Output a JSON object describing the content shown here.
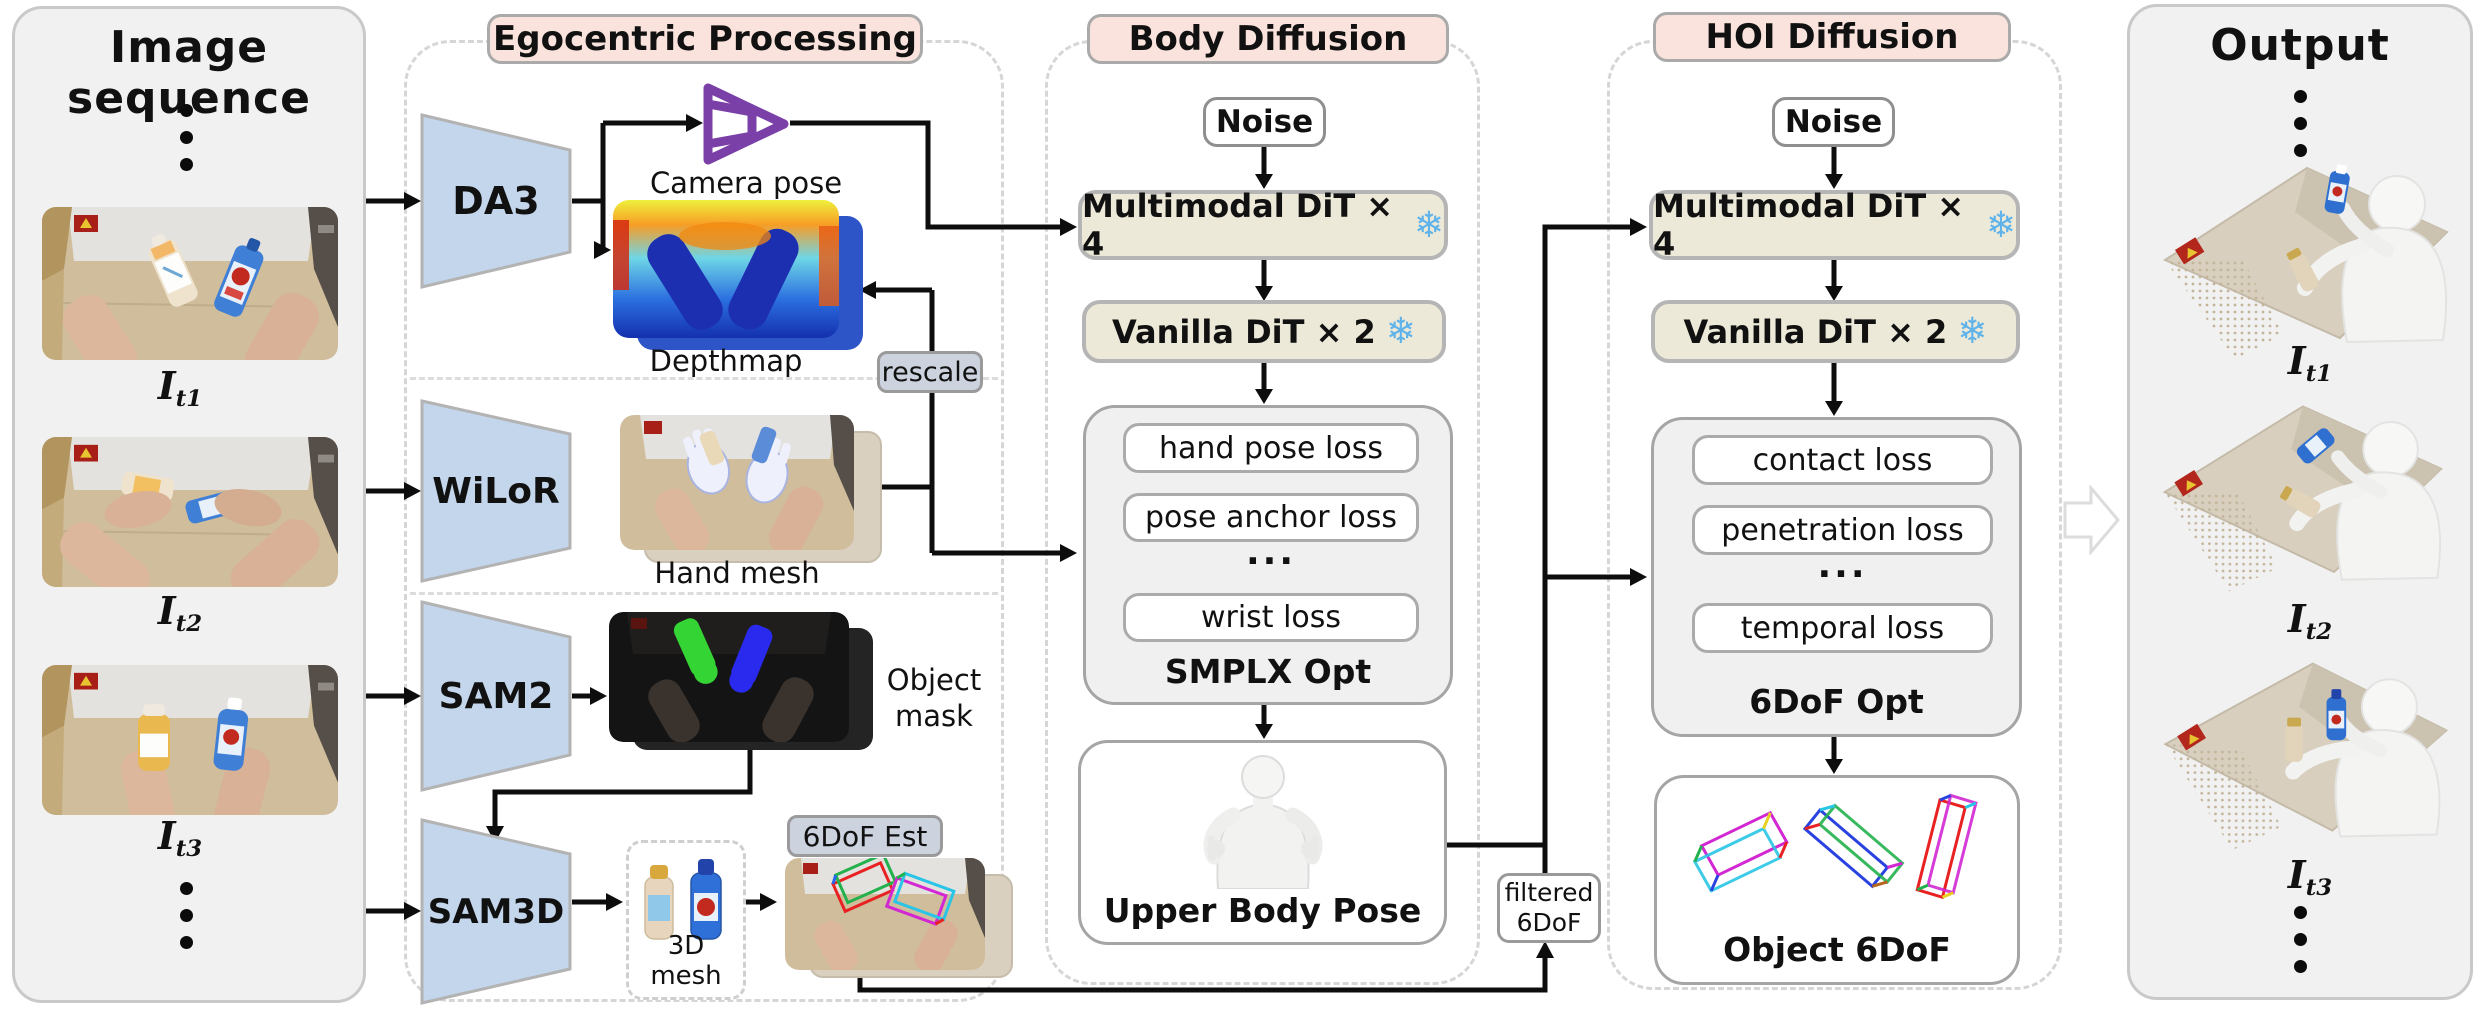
{
  "image_sequence": {
    "title": "Image sequence",
    "frames": [
      {
        "base": "I",
        "sub": "t1"
      },
      {
        "base": "I",
        "sub": "t2"
      },
      {
        "base": "I",
        "sub": "t3"
      }
    ]
  },
  "egocentric": {
    "title": "Egocentric Processing",
    "da3": "DA3",
    "camera_pose": "Camera pose",
    "depthmap": "Depthmap",
    "rescale": "rescale",
    "wilor": "WiLoR",
    "hand_mesh": "Hand mesh",
    "sam2": "SAM2",
    "object_mask_line1": "Object",
    "object_mask_line2": "mask",
    "sam3d": "SAM3D",
    "mesh3d": "3D mesh",
    "sixdof_est": "6DoF Est"
  },
  "body_diffusion": {
    "title": "Body Diffusion",
    "noise": "Noise",
    "dit1": "Multimodal DiT × 4",
    "dit2": "Vanilla DiT × 2",
    "frozen": "❄",
    "losses": [
      "hand pose loss",
      "pose anchor loss",
      "...",
      "wrist loss"
    ],
    "opt_label": "SMPLX Opt",
    "result": "Upper Body Pose"
  },
  "filtered_6dof": {
    "line1": "filtered",
    "line2": "6DoF"
  },
  "hoi_diffusion": {
    "title": "HOI Diffusion",
    "noise": "Noise",
    "dit1": "Multimodal DiT × 4",
    "dit2": "Vanilla DiT × 2",
    "frozen": "❄",
    "losses": [
      "contact loss",
      "penetration loss",
      "...",
      "temporal loss"
    ],
    "opt_label": "6DoF Opt",
    "result": "Object 6DoF"
  },
  "output": {
    "title": "Output",
    "frames": [
      {
        "base": "I",
        "sub": "t1"
      },
      {
        "base": "I",
        "sub": "t2"
      },
      {
        "base": "I",
        "sub": "t3"
      }
    ]
  },
  "colors": {
    "header_pink": "#f9e3dc",
    "dit_fill": "#ece9d8",
    "trapezoid_blue": "#c3d6eb",
    "frozen_blue": "#5fb2ea",
    "tag_gray": "#ccd3de",
    "arrow_black": "#0d0d0d"
  }
}
